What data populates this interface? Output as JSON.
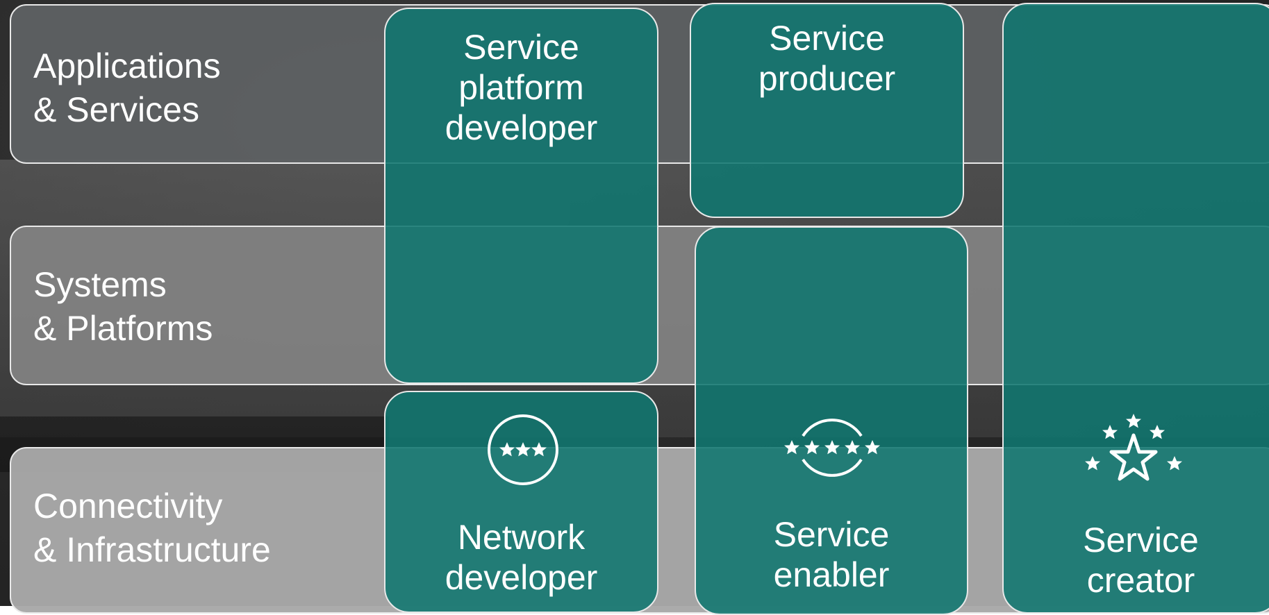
{
  "rows": {
    "applications": {
      "line1": "Applications",
      "line2": "& Services"
    },
    "systems": {
      "line1": "Systems",
      "line2": "& Platforms"
    },
    "connectivity": {
      "line1": "Connectivity",
      "line2": "& Infrastructure"
    }
  },
  "cards": {
    "service_platform_developer": {
      "line1": "Service",
      "line2": "platform",
      "line3": "developer"
    },
    "service_producer": {
      "line1": "Service",
      "line2": "producer"
    },
    "network_developer": {
      "line1": "Network",
      "line2": "developer",
      "icon": "three-star-circle-icon"
    },
    "service_enabler": {
      "line1": "Service",
      "line2": "enabler",
      "icon": "five-star-circle-icon"
    },
    "service_creator": {
      "line1": "Service",
      "line2": "creator",
      "icon": "star-burst-icon"
    }
  },
  "colors": {
    "card_teal": "#107670",
    "row_dark": "#5f6264",
    "row_mid": "#828282",
    "row_light": "#a8a8a8",
    "border": "#e9e9e9"
  }
}
